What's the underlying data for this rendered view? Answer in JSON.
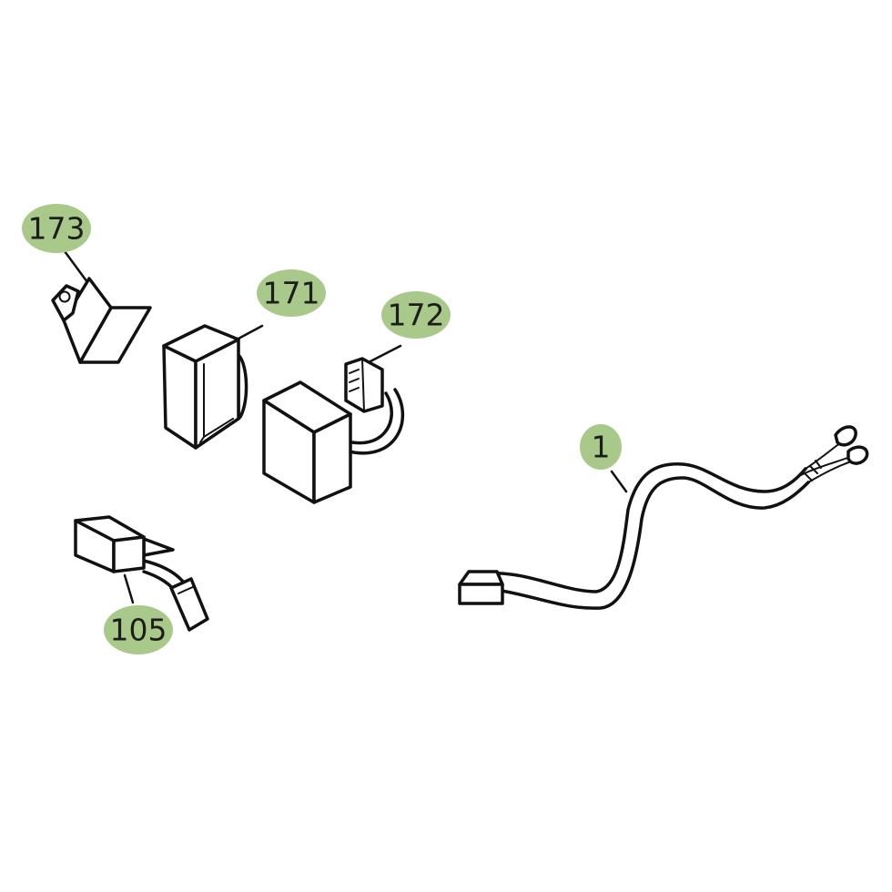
{
  "callouts": {
    "c173": {
      "label": "173"
    },
    "c171": {
      "label": "171"
    },
    "c172": {
      "label": "172"
    },
    "c1": {
      "label": "1"
    },
    "c105": {
      "label": "105"
    }
  },
  "colors": {
    "badge": "#a9c98b",
    "line": "#111111",
    "background": "#ffffff"
  }
}
